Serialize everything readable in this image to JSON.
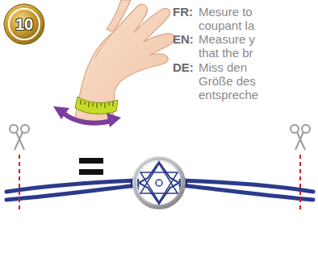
{
  "diagram": {
    "nodes": [
      {
        "text": [
          "10"
        ]
      }
    ],
    "labels": [
      "FR:",
      "Mesure to",
      "coupant la",
      "EN:",
      "Measure y",
      "that the br",
      "DE:",
      "Miss den",
      "Größe des",
      "entspreche"
    ]
  }
}
